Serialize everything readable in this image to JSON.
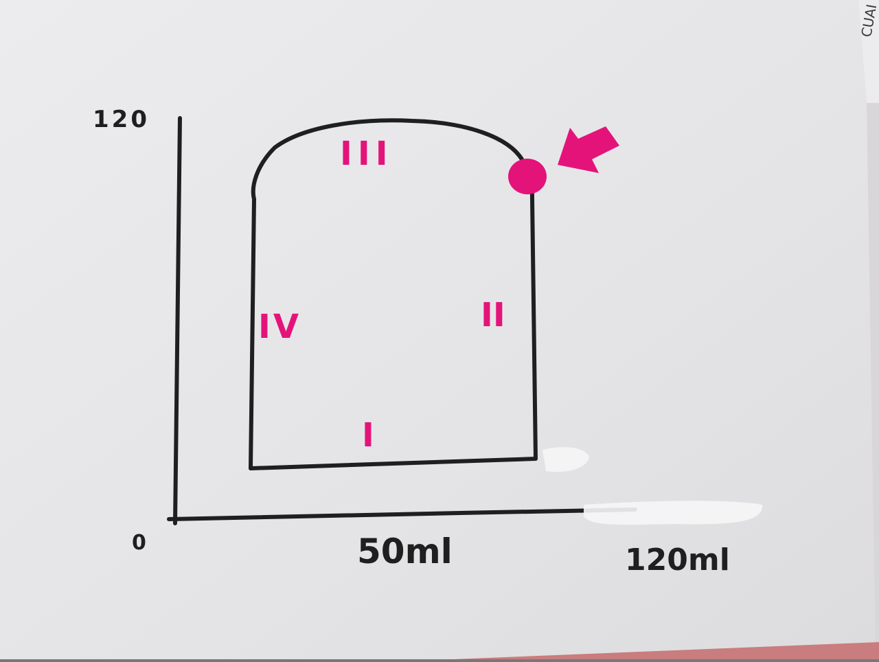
{
  "diagram": {
    "y_axis_top_label": "120",
    "origin_label": "0",
    "x_axis_mid_label": "50ml",
    "x_axis_end_label": "120ml",
    "corner_label": "CUAI",
    "regions": [
      {
        "id": "region-1",
        "label": "I"
      },
      {
        "id": "region-2",
        "label": "II"
      },
      {
        "id": "region-3",
        "label": "III"
      },
      {
        "id": "region-4",
        "label": "IV"
      }
    ],
    "marker": "highlighted-point",
    "pointer": "arrow-icon"
  },
  "colors": {
    "paper": "#e7e7e9",
    "ink": "#1f1f1f",
    "highlight": "#e4137a",
    "shadow": "#9d9a9a"
  }
}
